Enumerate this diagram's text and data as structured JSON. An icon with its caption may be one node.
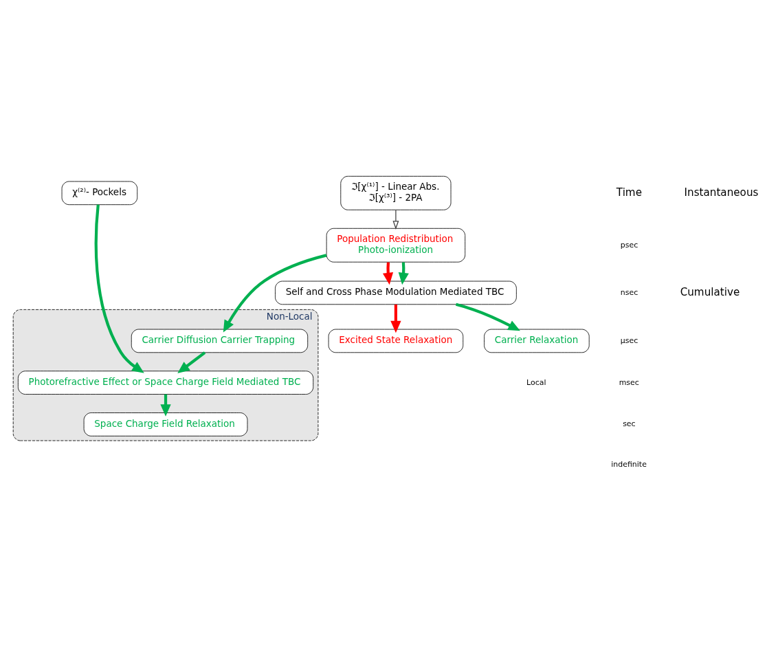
{
  "diagram": {
    "nodes": [
      {
        "text": [
          "ℑ[χ⁽¹⁾] - Linear Abs.",
          "ℑ[χ⁽³⁾] - 2PA"
        ]
      },
      {
        "text": [
          "χ⁽²⁾- Pockels"
        ]
      },
      {
        "text": [
          "Population Redistribution",
          "Photo-ionization"
        ]
      },
      {
        "text": [
          "Self and Cross Phase Modulation Mediated TBC"
        ]
      },
      {
        "text": [
          "Excited State Relaxation"
        ]
      },
      {
        "text": [
          "Carrier Relaxation"
        ]
      },
      {
        "text": [
          "Non-Local"
        ]
      },
      {
        "text": [
          "Carrier Diffusion Carrier Trapping"
        ],
        "in": 6
      },
      {
        "text": [
          "Photorefractive Effect or Space Charge Field Mediated TBC"
        ],
        "in": 6
      },
      {
        "text": [
          "Space Charge Field Relaxation"
        ],
        "in": 6
      }
    ],
    "edges": [
      {
        "from": 0,
        "to": 2,
        "arrow": "to",
        "color": "#404040"
      },
      {
        "from": 2,
        "to": 3,
        "arrow": "to",
        "color": "#ff0000"
      },
      {
        "from": 2,
        "to": 3,
        "arrow": "to"
      },
      {
        "from": 3,
        "to": 4,
        "arrow": "to",
        "color": "#ff0000"
      },
      {
        "from": 3,
        "to": 5,
        "arrow": "to"
      },
      {
        "from": 2,
        "to": 7,
        "arrow": "to"
      },
      {
        "from": 7,
        "to": 8,
        "arrow": "to"
      },
      {
        "from": 1,
        "to": 8,
        "arrow": "to"
      },
      {
        "from": 8,
        "to": 9,
        "arrow": "to"
      }
    ],
    "labels": [
      "Time",
      "Instantaneous",
      "psec",
      "Cumulative",
      "nsec",
      "µsec",
      "msec",
      "sec",
      "indefinite",
      "Local"
    ]
  }
}
